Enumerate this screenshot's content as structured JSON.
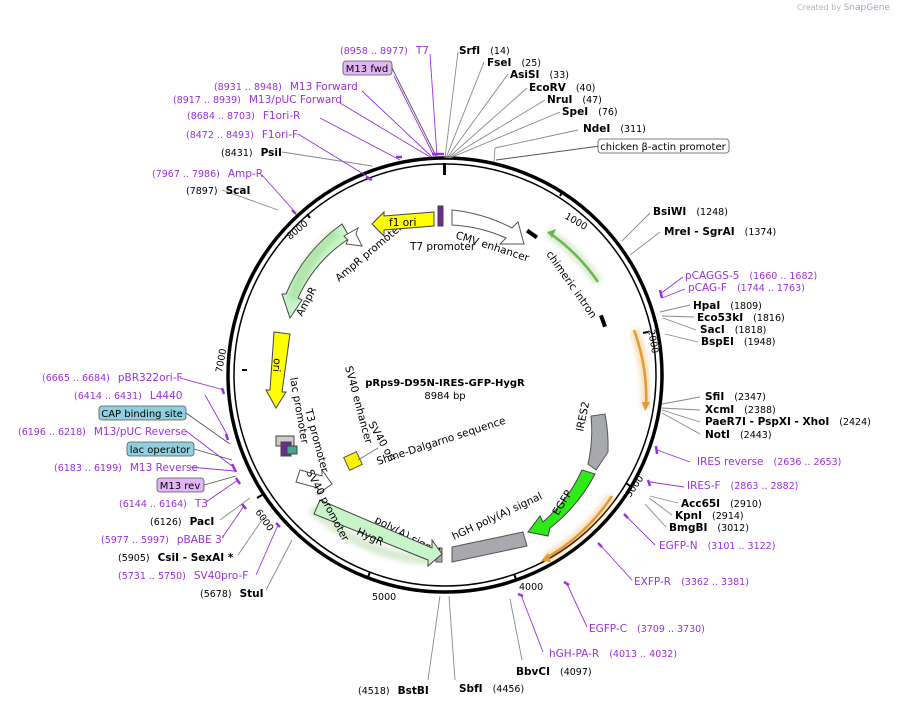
{
  "watermark": {
    "created_by": "Created by",
    "brand": "SnapGene"
  },
  "plasmid": {
    "name": "pRps9-D95N-IRES-GFP-HygR",
    "size": "8984 bp"
  },
  "ruler": [
    "1000",
    "2000",
    "3000",
    "4000",
    "5000",
    "6000",
    "7000",
    "8000"
  ],
  "enzymes": [
    {
      "name": "SrfI",
      "pos": "(14)"
    },
    {
      "name": "FseI",
      "pos": "(25)"
    },
    {
      "name": "AsiSI",
      "pos": "(33)"
    },
    {
      "name": "EcoRV",
      "pos": "(40)"
    },
    {
      "name": "NruI",
      "pos": "(47)"
    },
    {
      "name": "SpeI",
      "pos": "(76)"
    },
    {
      "name": "NdeI",
      "pos": "(311)"
    },
    {
      "name": "BsiWI",
      "pos": "(1248)"
    },
    {
      "name": "MreI  -  SgrAI",
      "pos": "(1374)"
    },
    {
      "name": "HpaI",
      "pos": "(1809)"
    },
    {
      "name": "Eco53kI",
      "pos": "(1816)"
    },
    {
      "name": "SacI",
      "pos": "(1818)"
    },
    {
      "name": "BspEI",
      "pos": "(1948)"
    },
    {
      "name": "SfiI",
      "pos": "(2347)"
    },
    {
      "name": "XcmI",
      "pos": "(2388)"
    },
    {
      "name": "PaeR7I  -  PspXI  -  XhoI",
      "pos": "(2424)"
    },
    {
      "name": "NotI",
      "pos": "(2443)"
    },
    {
      "name": "Acc65I",
      "pos": "(2910)"
    },
    {
      "name": "KpnI",
      "pos": "(2914)"
    },
    {
      "name": "BmgBI",
      "pos": "(3012)"
    },
    {
      "name": "BbvCI",
      "pos": "(4097)"
    },
    {
      "name": "SbfI",
      "pos": "(4456)"
    },
    {
      "name": "BstBI",
      "pos": "(4518)"
    },
    {
      "name": "StuI",
      "pos": "(5678)"
    },
    {
      "name": "CsiI  -  SexAI *",
      "pos": "(5905)"
    },
    {
      "name": "PacI",
      "pos": "(6126)"
    },
    {
      "name": "ScaI",
      "pos": "(7897)"
    },
    {
      "name": "PsiI",
      "pos": "(8431)"
    }
  ],
  "primers": [
    {
      "name": "T7",
      "range": "(8958 .. 8977)"
    },
    {
      "name": "M13 Forward",
      "range": "(8931 .. 8948)"
    },
    {
      "name": "M13/pUC Forward",
      "range": "(8917 .. 8939)"
    },
    {
      "name": "F1ori-R",
      "range": "(8684 .. 8703)"
    },
    {
      "name": "F1ori-F",
      "range": "(8472 .. 8493)"
    },
    {
      "name": "Amp-R",
      "range": "(7967 .. 7986)"
    },
    {
      "name": "pCAGGS-5",
      "range": "(1660 .. 1682)"
    },
    {
      "name": "pCAG-F",
      "range": "(1744 .. 1763)"
    },
    {
      "name": "IRES reverse",
      "range": "(2636 .. 2653)"
    },
    {
      "name": "IRES-F",
      "range": "(2863 .. 2882)"
    },
    {
      "name": "EGFP-N",
      "range": "(3101 .. 3122)"
    },
    {
      "name": "EXFP-R",
      "range": "(3362 .. 3381)"
    },
    {
      "name": "EGFP-C",
      "range": "(3709 .. 3730)"
    },
    {
      "name": "hGH-PA-R",
      "range": "(4013 .. 4032)"
    },
    {
      "name": "pBR322ori-F",
      "range": "(6665 .. 6684)"
    },
    {
      "name": "L4440",
      "range": "(6414 .. 6431)"
    },
    {
      "name": "M13/pUC Reverse",
      "range": "(6196 .. 6218)"
    },
    {
      "name": "M13 Reverse",
      "range": "(6183 .. 6199)"
    },
    {
      "name": "T3",
      "range": "(6144 .. 6164)"
    },
    {
      "name": "pBABE 3'",
      "range": "(5977 .. 5997)"
    },
    {
      "name": "SV40pro-F",
      "range": "(5731 .. 5750)"
    }
  ],
  "boxed_labels": {
    "m13fwd": "M13 fwd",
    "chicken": "chicken β-actin promoter",
    "cap": "CAP binding site",
    "lacop": "lac operator",
    "m13rev": "M13 rev"
  },
  "features": {
    "cmv": "CMV enhancer",
    "chimeric": "chimeric intron",
    "t7": "T7 promoter",
    "f1": "f1 ori",
    "ampr_prom": "AmpR promoter",
    "ampr": "AmpR",
    "ori": "ori",
    "lac": "lac promoter",
    "t3": "T3 promoter",
    "sv40prom": "SV40 promoter",
    "sv40enh": "SV40 enhancer",
    "sv40ori": "SV40 ori",
    "shine": "Shine-Dalgarno sequence",
    "polya": "poly(A) signal",
    "hygr": "HygR",
    "hgh": "hGH poly(A) signal",
    "egfp": "EGFP",
    "ires": "IRES2"
  },
  "colors": {
    "primer": "#9b30d9",
    "ring": "#000000",
    "arrow_green": "#6cb44b",
    "arrow_orange": "#e69a2e"
  }
}
